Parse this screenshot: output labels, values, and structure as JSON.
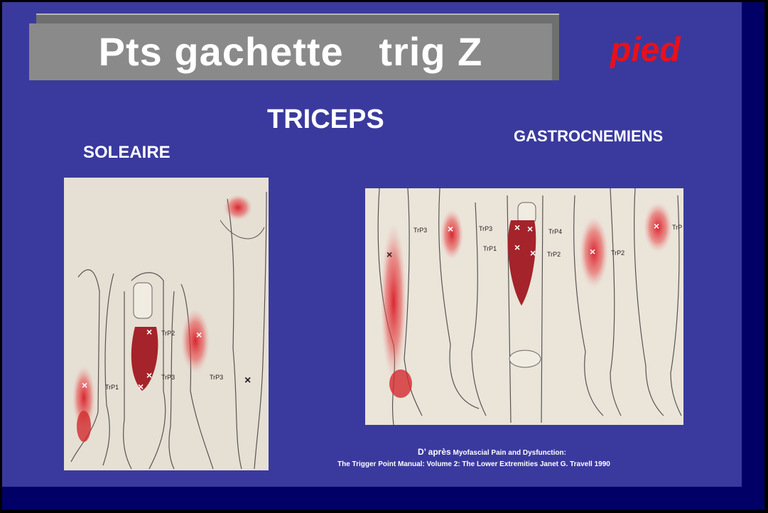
{
  "title": "Pts gachette   trig Z",
  "subtitle_red": "pied",
  "heading": "TRICEPS",
  "left_label": "SOLEAIRE",
  "right_label": "GASTROCNEMIENS",
  "credit": {
    "prefix": "D’ après",
    "line1": "Myofascial Pain and Dysfunction:",
    "line2": "The Trigger Point Manual: Volume 2: The Lower Extremities Janet G. Travell  1990"
  },
  "figure1_labels": [
    "TrP2",
    "TrP3",
    "TrP1",
    "TrP3"
  ],
  "figure2_labels": [
    "TrP3",
    "TrP3",
    "TrP4",
    "TrP1",
    "TrP2",
    "TrP2",
    "TrP"
  ],
  "colors": {
    "panel": "#3a3a9e",
    "title_bar": "#8a8a8a",
    "accent_red": "#e8101a",
    "text": "#ffffff"
  }
}
